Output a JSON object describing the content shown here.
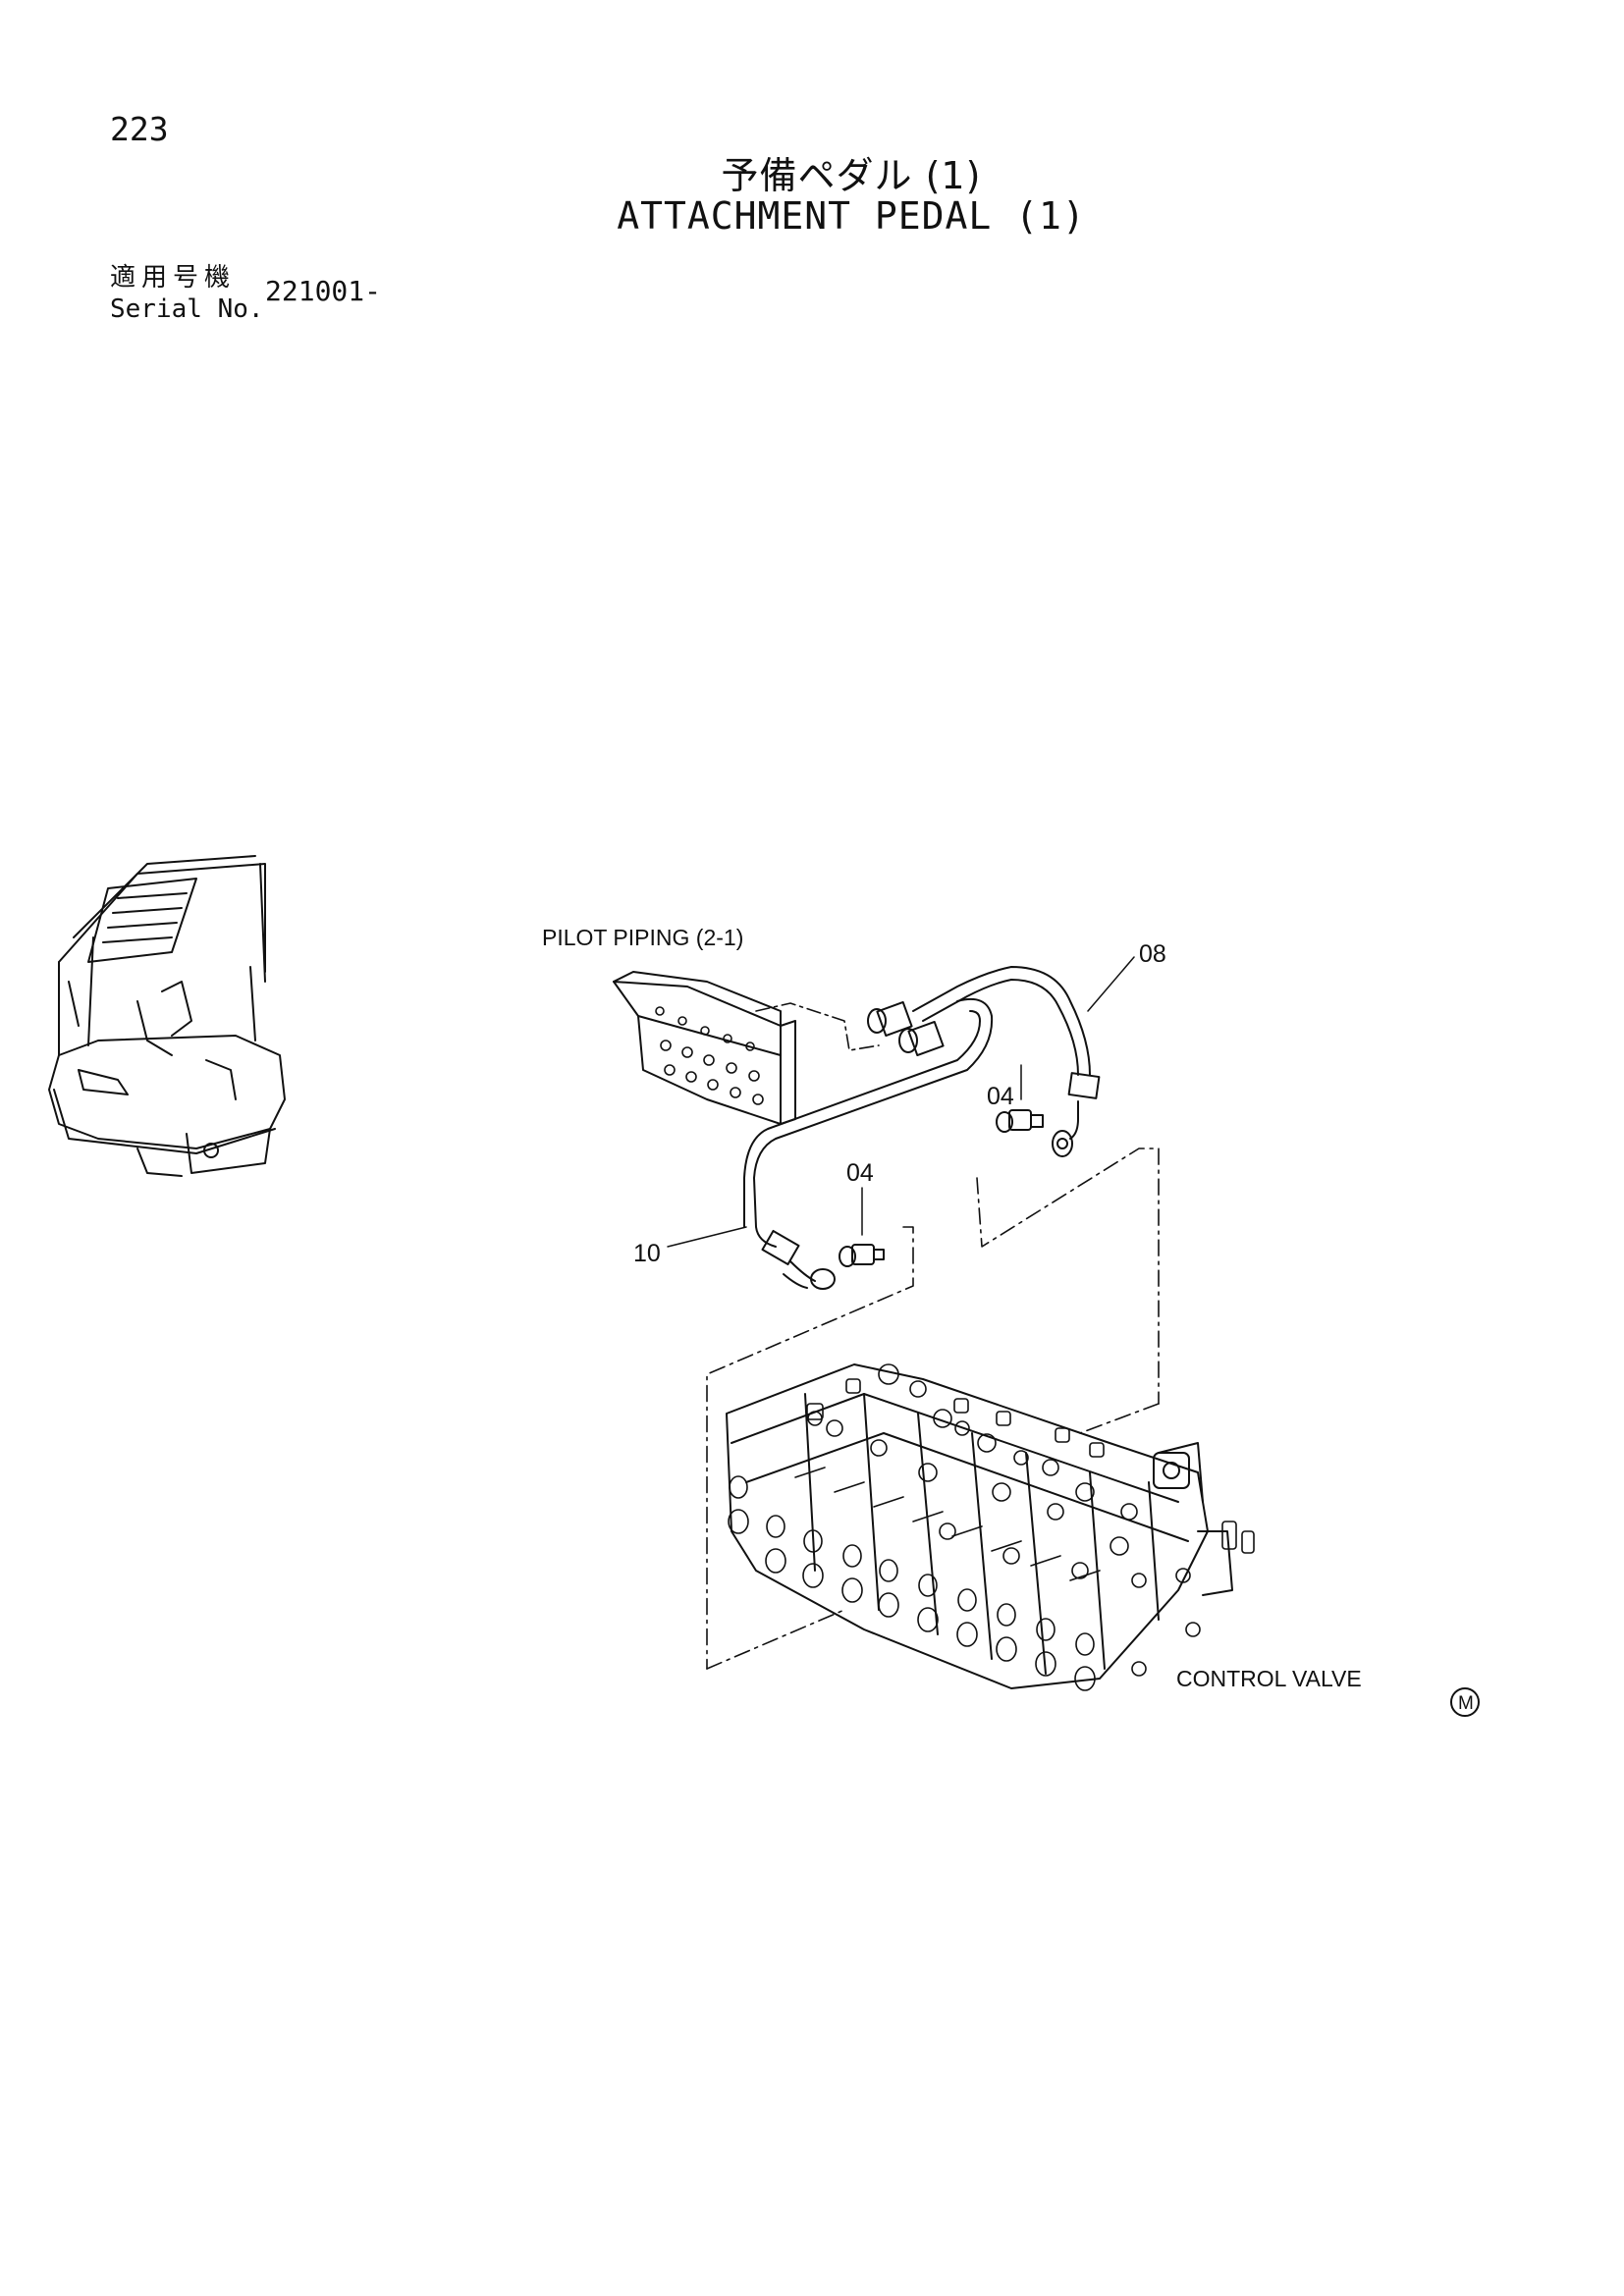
{
  "header": {
    "page_number": "223",
    "title_jp": "予備ペダル (1)",
    "title_en": "ATTACHMENT PEDAL (1)",
    "serial_label_jp": "適用号機",
    "serial_label_en": "Serial No.",
    "serial_value": "221001-"
  },
  "diagram": {
    "labels": {
      "pilot_piping": "PILOT PIPING (2-1)",
      "control_valve": "CONTROL VALVE",
      "mark": "M"
    },
    "callouts": [
      "08",
      "04",
      "04",
      "10"
    ]
  }
}
